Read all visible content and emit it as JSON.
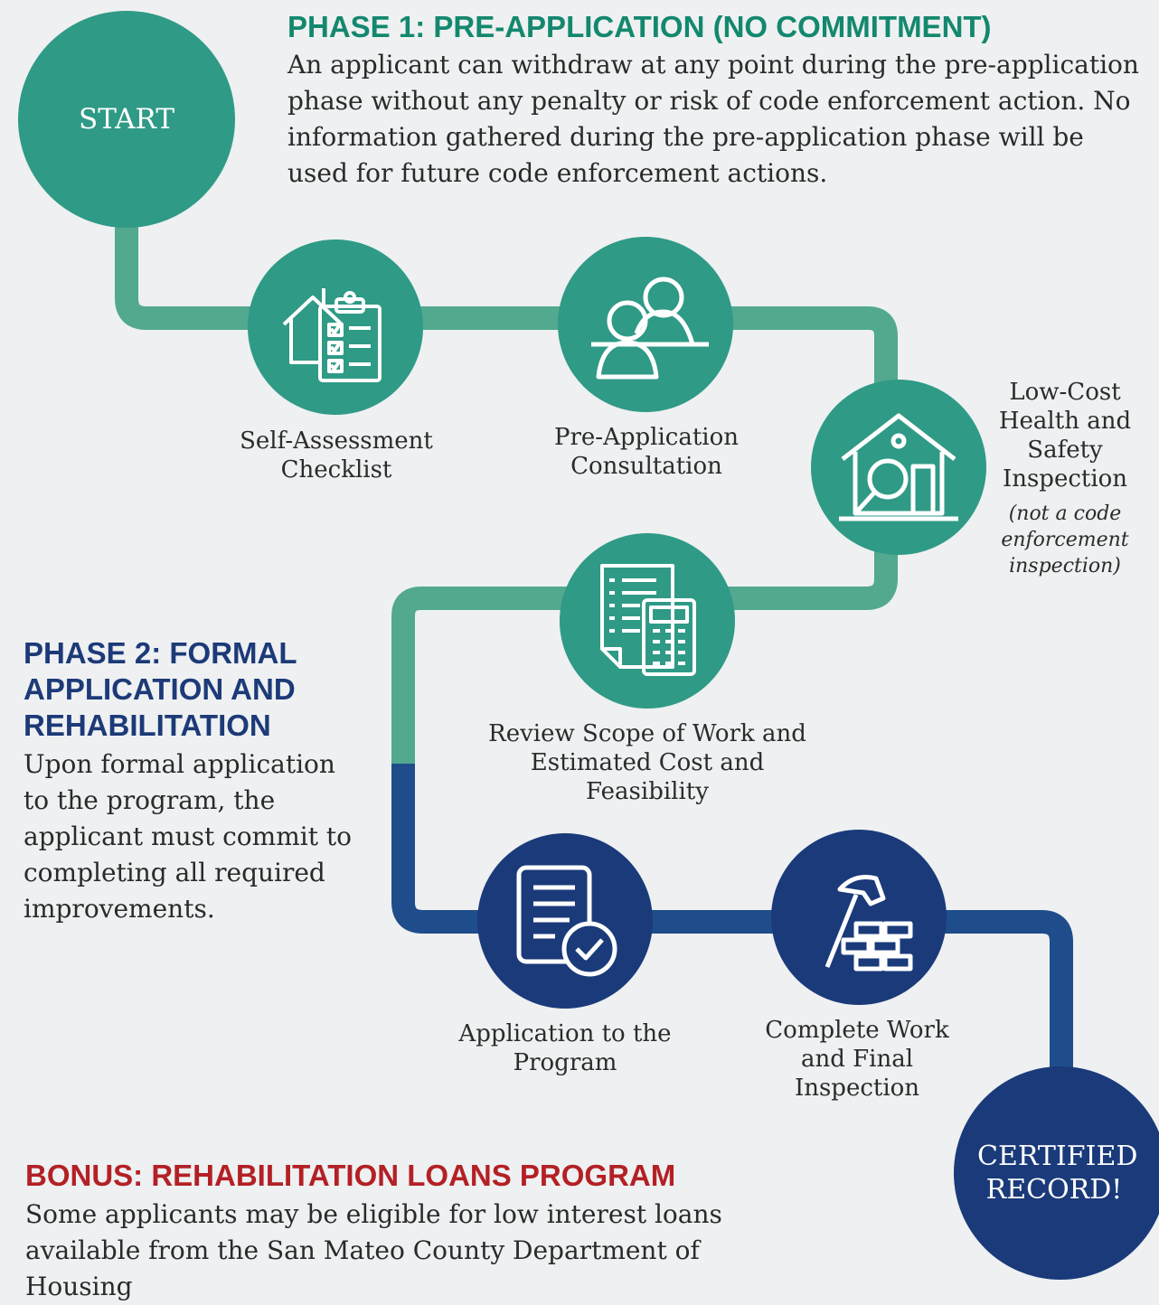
{
  "start": {
    "label": "START"
  },
  "end": {
    "label": "CERTIFIED RECORD!"
  },
  "phase1": {
    "title": "PHASE 1: PRE-APPLICATION (NO COMMITMENT)",
    "body": "An applicant can withdraw at any point during the pre-application phase without any penalty or risk of code enforcement action. No information gathered during the pre-application phase will be used for future code enforcement actions."
  },
  "phase2": {
    "title": "PHASE 2: FORMAL APPLICATION AND REHABILITATION",
    "body": "Upon formal application to the program, the applicant must commit to completing all required improvements."
  },
  "bonus": {
    "title": "BONUS: REHABILITATION LOANS PROGRAM",
    "body": "Some applicants may be eligible for low interest loans available from the San Mateo County Department of Housing"
  },
  "steps": [
    {
      "label": "Self-Assessment Checklist",
      "icon": "house-clipboard-icon"
    },
    {
      "label": "Pre-Application Consultation",
      "icon": "people-icon"
    },
    {
      "label": "Low-Cost Health and Safety Inspection",
      "note": "(not a code enforcement inspection)",
      "icon": "house-magnifier-icon"
    },
    {
      "label": "Review Scope of Work and Estimated Cost and Feasibility",
      "icon": "calculator-document-icon"
    },
    {
      "label": "Application to the Program",
      "icon": "document-check-icon"
    },
    {
      "label": "Complete Work and Final Inspection",
      "icon": "hammer-bricks-icon"
    }
  ],
  "colors": {
    "phase1": "#2f9a86",
    "phase2": "#1a3a7a",
    "bonus": "#b32025"
  }
}
